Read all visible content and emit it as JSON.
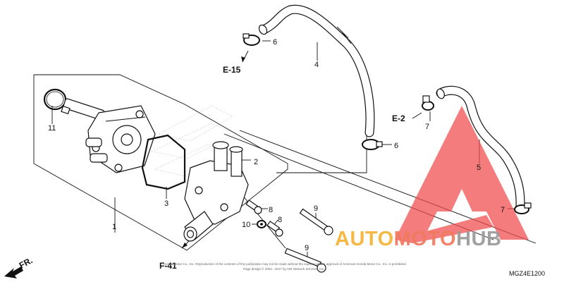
{
  "callouts": {
    "p1": "1",
    "p2": "2",
    "p3": "3",
    "p4": "4",
    "p5": "5",
    "p6a": "6",
    "p6b": "6",
    "p7a": "7",
    "p7b": "7",
    "p8a": "8",
    "p8b": "8",
    "p9a": "9",
    "p9b": "9",
    "p10": "10",
    "p11": "11"
  },
  "references": {
    "e15": "E-15",
    "e2": "E-2",
    "f41": "F-41",
    "front": "FR."
  },
  "diagram_code": "MGZ4E1200",
  "watermark": {
    "part1": "AUTO",
    "part2": "MOTO",
    "part3": "HUB",
    "color1": "#f5b335",
    "color2": "#f07a5e",
    "color3": "#9a9a9a",
    "logo_color": "#f04a4a"
  },
  "copyright": {
    "line1": "Honda Motor Co., Inc. Reproduction of the contents of this publication may not be made without the express written approval of American Honda Motor Co., Inc. is prohibited.",
    "line2": "Page design © 2004 - 2017 by ARI Network Services, Inc."
  }
}
